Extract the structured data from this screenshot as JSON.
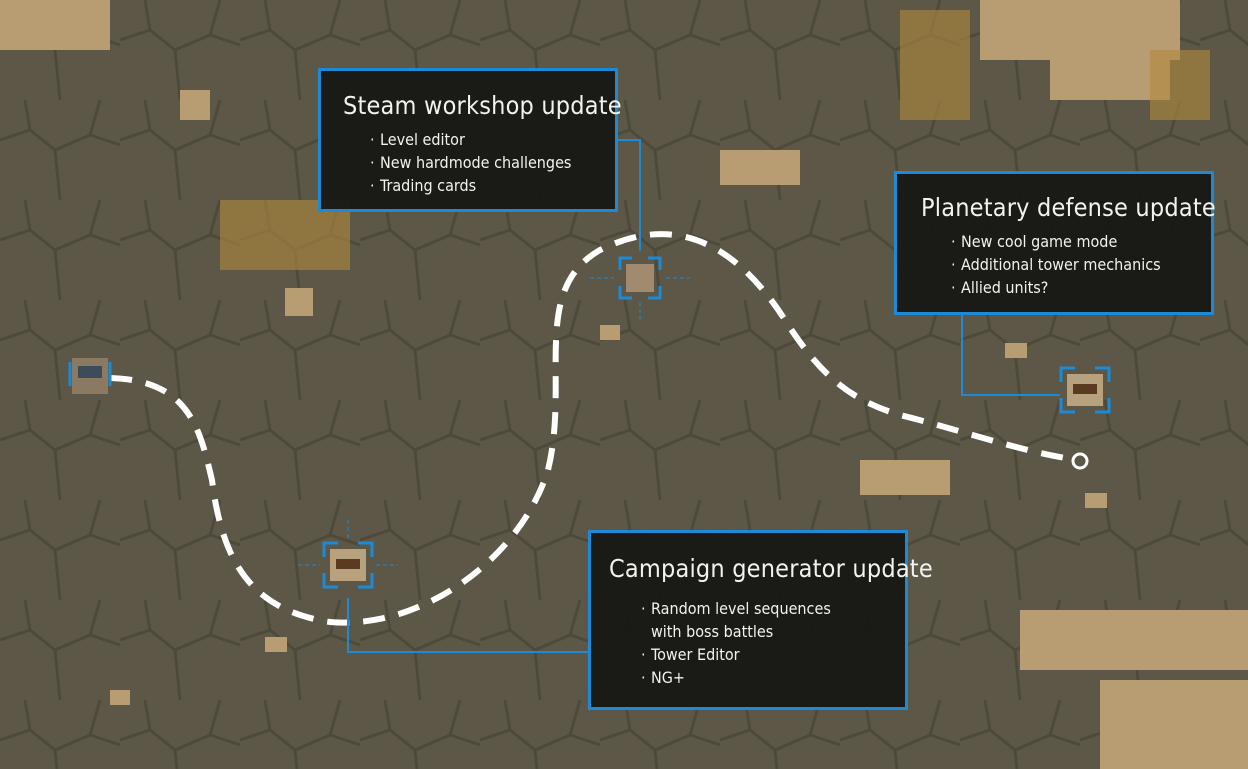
{
  "roadmap": [
    {
      "title": "Steam workshop update",
      "items": [
        "Level editor",
        "New hardmode challenges",
        "Trading cards"
      ]
    },
    {
      "title": "Planetary defense update",
      "items": [
        "New cool game mode",
        "Additional tower mechanics",
        "Allied units?"
      ]
    },
    {
      "title": "Campaign generator update",
      "items": [
        "Random level sequences\nwith boss battles",
        "Tower Editor",
        "NG+"
      ]
    }
  ],
  "colors": {
    "accent": "#1d8ad8",
    "ground": "#5c5746",
    "path": "#ffffff"
  }
}
